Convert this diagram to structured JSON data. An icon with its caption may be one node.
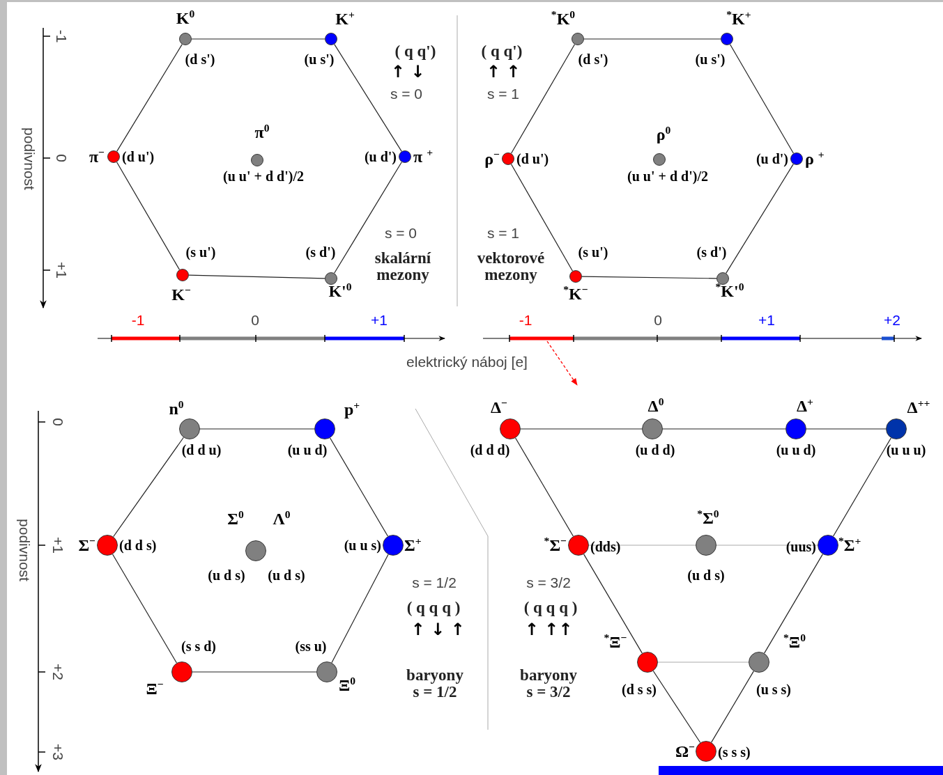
{
  "diagram": {
    "nodes": [
      {
        "text": [
          "K$^{0}$",
          "(d s')"
        ]
      },
      {
        "text": [
          "K$^{+}$",
          "(u s')"
        ]
      },
      {
        "text": [
          "π$^{−}$",
          "(d u')"
        ]
      },
      {
        "text": [
          "π$^{0}$",
          "(u u' + d d')/2"
        ]
      },
      {
        "text": [
          "(u d')",
          "π $^{+}$"
        ]
      },
      {
        "text": [
          "(s u')",
          "K$^{−}$"
        ]
      },
      {
        "text": [
          "(s d')",
          "K'$^{0}$"
        ]
      },
      {
        "text": [
          "$^{*}$K$^{0}$",
          "(d s')"
        ]
      },
      {
        "text": [
          "$^{*}$K$^{+}$",
          "(u s')"
        ]
      },
      {
        "text": [
          "ρ$^{−}$",
          "(d u')"
        ]
      },
      {
        "text": [
          "ρ$^{0}$",
          "(u u' + d d')/2"
        ]
      },
      {
        "text": [
          "(u d')",
          "ρ $^{+}$"
        ]
      },
      {
        "text": [
          "(s u')",
          "$^{*}$K$^{−}$"
        ]
      },
      {
        "text": [
          "(s d')",
          "$^{*}$K'$^{0}$"
        ]
      },
      {
        "text": [
          "n$^{0}$",
          "(d d u)"
        ]
      },
      {
        "text": [
          "p$^{+}$",
          "(u u d)"
        ]
      },
      {
        "text": [
          "Σ$^{−}$",
          "(d d s)"
        ]
      },
      {
        "text": [
          "Σ$^{0}$",
          "Λ$^{0}$",
          "(u d s)",
          "(u d s)"
        ]
      },
      {
        "text": [
          "(u u s)",
          "Σ$^{+}$"
        ]
      },
      {
        "text": [
          "(s s d)",
          "Ξ$^{−}$"
        ]
      },
      {
        "text": [
          "(ss u)",
          "Ξ$^{0}$"
        ]
      },
      {
        "text": [
          "Δ$^{−}$",
          "(d d d)"
        ]
      },
      {
        "text": [
          "Δ$^{0}$",
          "(u d d)"
        ]
      },
      {
        "text": [
          "Δ$^{+}$",
          "(u u d)"
        ]
      },
      {
        "text": [
          "Δ$^{++}$",
          "(u u u)"
        ]
      },
      {
        "text": [
          "$^{*}$Σ$^{−}$",
          "(dds)"
        ]
      },
      {
        "text": [
          "$^{*}$Σ$^{0}$",
          "(u d s)"
        ]
      },
      {
        "text": [
          "(uus)",
          "$^{*}$Σ$^{+}$"
        ]
      },
      {
        "text": [
          "$^{*}$Ξ$^{−}$",
          "(d s s)"
        ]
      },
      {
        "text": [
          "$^{*}$Ξ$^{0}$",
          "(u s s)"
        ]
      },
      {
        "text": [
          "Ω$^{−}$",
          "(s s s)"
        ]
      }
    ],
    "edges": [
      {
        "from": 0,
        "to": 1,
        "arrow": "none"
      },
      {
        "from": 1,
        "to": 4,
        "arrow": "none"
      },
      {
        "from": 4,
        "to": 6,
        "arrow": "none"
      },
      {
        "from": 6,
        "to": 5,
        "arrow": "none"
      },
      {
        "from": 5,
        "to": 2,
        "arrow": "none"
      },
      {
        "from": 2,
        "to": 0,
        "arrow": "none"
      },
      {
        "from": 7,
        "to": 8,
        "arrow": "none"
      },
      {
        "from": 8,
        "to": 11,
        "arrow": "none"
      },
      {
        "from": 11,
        "to": 13,
        "arrow": "none"
      },
      {
        "from": 13,
        "to": 12,
        "arrow": "none"
      },
      {
        "from": 12,
        "to": 9,
        "arrow": "none"
      },
      {
        "from": 9,
        "to": 7,
        "arrow": "none"
      },
      {
        "from": 14,
        "to": 15,
        "arrow": "none"
      },
      {
        "from": 15,
        "to": 18,
        "arrow": "none"
      },
      {
        "from": 18,
        "to": 20,
        "arrow": "none"
      },
      {
        "from": 20,
        "to": 19,
        "arrow": "none"
      },
      {
        "from": 19,
        "to": 16,
        "arrow": "none"
      },
      {
        "from": 16,
        "to": 14,
        "arrow": "none"
      },
      {
        "from": 21,
        "to": 22,
        "arrow": "none"
      },
      {
        "from": 22,
        "to": 23,
        "arrow": "none"
      },
      {
        "from": 23,
        "to": 24,
        "arrow": "none"
      },
      {
        "from": 21,
        "to": 25,
        "arrow": "none"
      },
      {
        "from": 25,
        "to": 28,
        "arrow": "none"
      },
      {
        "from": 28,
        "to": 30,
        "arrow": "none"
      },
      {
        "from": 24,
        "to": 27,
        "arrow": "none"
      },
      {
        "from": 27,
        "to": 29,
        "arrow": "none"
      },
      {
        "from": 29,
        "to": 30,
        "arrow": "none"
      },
      {
        "from": 25,
        "to": 26,
        "arrow": "none",
        "color": "#aaaaaa"
      },
      {
        "from": 26,
        "to": 27,
        "arrow": "none",
        "color": "#aaaaaa"
      },
      {
        "from": 28,
        "to": 29,
        "arrow": "none",
        "color": "#aaaaaa"
      }
    ],
    "labels": [
      "-1",
      "0",
      "+1",
      "podivnost",
      "( q   q')",
      "↑ ↓",
      "s = 0",
      "s = 0",
      "skalární mezony",
      "( q   q')",
      "↑ ↑",
      "s = 1",
      "s = 1",
      "vektorové mezony",
      "-1",
      "0",
      "+1",
      "-1",
      "0",
      "+1",
      "+2",
      "elektrický náboj [e]",
      "0",
      "+1",
      "+2",
      "+3",
      "podivnost",
      "s = 1/2",
      "( q q q )",
      "↑ ↓ ↑",
      "baryony s = 1/2",
      "s = 3/2",
      "( q q q )",
      "↑ ↑↑",
      "baryony s = 3/2"
    ]
  }
}
